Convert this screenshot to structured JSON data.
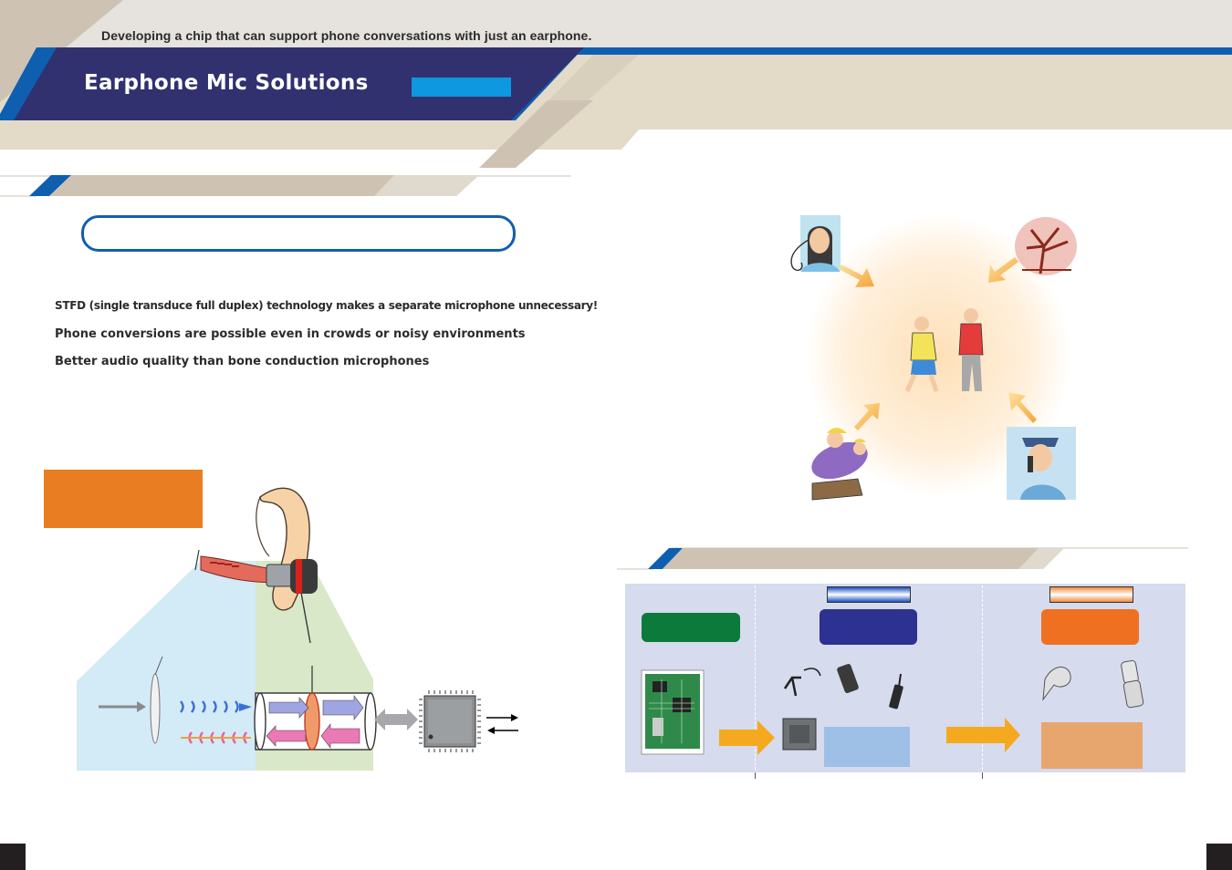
{
  "header": {
    "tagline": "Developing a chip that can support phone conversations with just an earphone.",
    "title": "Earphone Mic Solutions"
  },
  "features": [
    "STFD (single transduce full duplex) technology makes a separate microphone unnecessary!",
    "Phone conversions are possible even in crowds or noisy environments",
    "Better audio quality than bone conduction microphones"
  ],
  "colors": {
    "navy": "#31316f",
    "blue_accent": "#0f5fb0",
    "sky": "#0d98e0",
    "beige": "#e3dac8",
    "taupe": "#cec3b3",
    "orange": "#e87d22",
    "green": "#0b7a3a",
    "panel": "#d6dbee"
  },
  "icons": [
    "headset-operator-icon",
    "windy-tree-icon",
    "running-people-icon",
    "mother-child-icon",
    "police-officer-icon",
    "earphone-icon",
    "chip-icon",
    "circuit-board-icon",
    "walkie-talkie-icon",
    "bluetooth-headset-icon",
    "flip-phone-icon"
  ]
}
